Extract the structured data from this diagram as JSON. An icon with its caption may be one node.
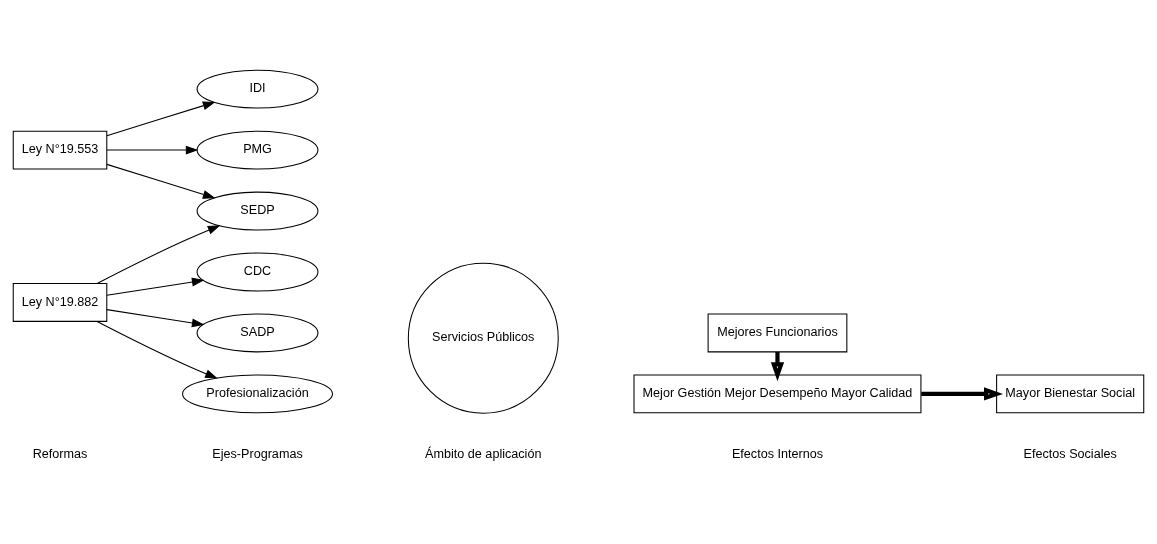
{
  "diagram": {
    "nodes": [
      {
        "text": [
          "Ley N°19.553"
        ]
      },
      {
        "text": [
          "IDI"
        ]
      },
      {
        "text": [
          "PMG"
        ]
      },
      {
        "text": [
          "SEDP"
        ]
      },
      {
        "text": [
          "CDC"
        ]
      },
      {
        "text": [
          "Ley N°19.882"
        ]
      },
      {
        "text": [
          "SADP"
        ]
      },
      {
        "text": [
          "Profesionalización"
        ]
      },
      {
        "text": [
          "Servicios Públicos"
        ]
      },
      {
        "text": [
          "Mejor Gestión Mejor Desempeño Mayor Calidad"
        ]
      },
      {
        "text": [
          "Mayor Bienestar Social"
        ]
      },
      {
        "text": [
          "Mejores Funcionarios"
        ]
      }
    ],
    "edges": [
      {
        "from": 0,
        "to": 1,
        "arrow": "to"
      },
      {
        "from": 0,
        "to": 2,
        "arrow": "to"
      },
      {
        "from": 0,
        "to": 3,
        "arrow": "to"
      },
      {
        "from": 5,
        "to": 3,
        "arrow": "to"
      },
      {
        "from": 5,
        "to": 4,
        "arrow": "to"
      },
      {
        "from": 5,
        "to": 6,
        "arrow": "to"
      },
      {
        "from": 5,
        "to": 7,
        "arrow": "to"
      },
      {
        "from": 11,
        "to": 9,
        "arrow": "to",
        "style": "thick"
      },
      {
        "from": 9,
        "to": 10,
        "arrow": "to",
        "style": "thick"
      }
    ],
    "labels": [
      "Reformas",
      "Ejes-Programas",
      "Ámbito de aplicación",
      "Efectos Internos",
      "Efectos Sociales"
    ]
  }
}
